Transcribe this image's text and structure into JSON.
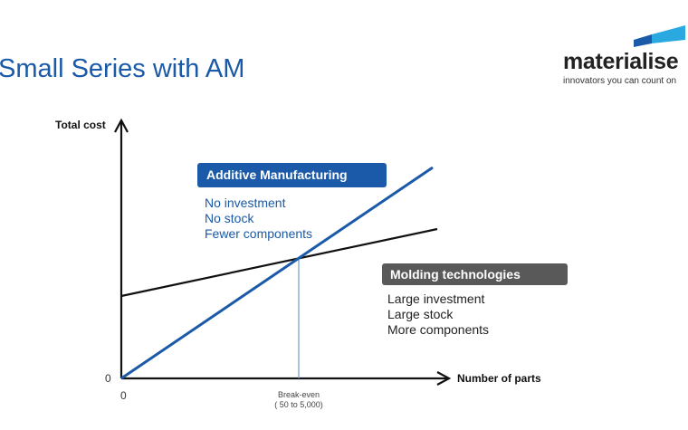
{
  "slide": {
    "title": "Small Series with AM"
  },
  "logo": {
    "name": "materialise",
    "tagline": "innovators you can count on",
    "colors": {
      "dark_blue": "#1a5aa8",
      "light_blue": "#2aa8e0"
    }
  },
  "chart_data": {
    "type": "line",
    "title": "",
    "xlabel": "Number of parts",
    "ylabel": "Total cost",
    "x_origin_label": "0",
    "y_origin_label": "0",
    "series": [
      {
        "name": "Additive Manufacturing",
        "color": "#1a5aa8",
        "points": [
          [
            0,
            0
          ],
          [
            1,
            1
          ]
        ],
        "note": "starts at origin, steep slope"
      },
      {
        "name": "Molding technologies",
        "color": "#111111",
        "points": [
          [
            0,
            0.47
          ],
          [
            1,
            0.84
          ]
        ],
        "note": "high fixed cost, shallow slope"
      }
    ],
    "annotations": [
      {
        "label": "Break-even",
        "sublabel": "( 50 to 5,000)",
        "type": "vertical-line at intersection"
      }
    ],
    "grid": false
  },
  "am": {
    "heading": "Additive Manufacturing",
    "items": [
      "No investment",
      "No stock",
      "Fewer components"
    ]
  },
  "molding": {
    "heading": "Molding technologies",
    "items": [
      "Large investment",
      "Large stock",
      "More components"
    ]
  },
  "axes": {
    "y": "Total cost",
    "x": "Number of parts",
    "y_zero": "0",
    "x_zero": "0",
    "break_even": "Break-even",
    "break_even_range": "( 50 to 5,000)"
  }
}
